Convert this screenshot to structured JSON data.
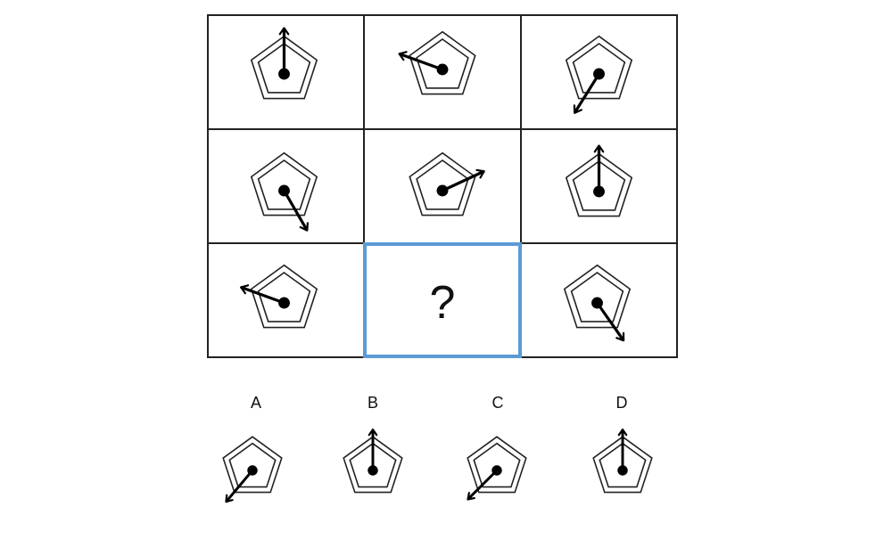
{
  "puzzle": {
    "grid": [
      [
        {
          "angle": 0
        },
        {
          "angle": 290
        },
        {
          "angle": 212
        }
      ],
      [
        {
          "angle": 150
        },
        {
          "angle": 65
        },
        {
          "angle": 0
        }
      ],
      [
        {
          "angle": 290
        },
        {
          "question_mark": "?"
        },
        {
          "angle": 145
        }
      ]
    ],
    "highlight_color": "#5b9bd5"
  },
  "options": [
    {
      "label": "A",
      "angle": 220
    },
    {
      "label": "B",
      "angle": 0
    },
    {
      "label": "C",
      "angle": 225
    },
    {
      "label": "D",
      "angle": 0
    }
  ]
}
